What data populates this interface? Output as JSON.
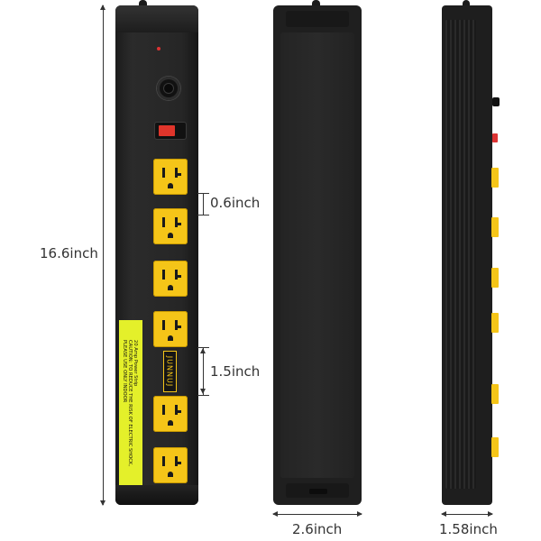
{
  "dimensions": {
    "length": "16.6inch",
    "outlet_gap": "0.6inch",
    "outlet_pitch": "1.5inch",
    "width": "2.6inch",
    "depth": "1.58inch"
  },
  "product": {
    "brand": "JUNNUJ",
    "warning_label": "20 Amp Power Strip\nCAUTION: TO REDUCE THE RISK OF ELECTRIC SHOCK,\nPLEASE USE ONLY INDOOR",
    "outlet_count": 6,
    "colors": {
      "body": "#222222",
      "outlet": "#f5c518",
      "label": "#e4f02a",
      "switch": "#e0352b"
    }
  }
}
